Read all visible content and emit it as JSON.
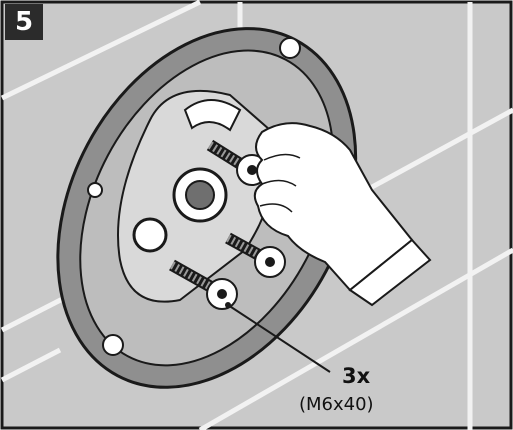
{
  "step": {
    "number": "5"
  },
  "callout": {
    "quantity": "3x",
    "spec": "(M6x40)"
  },
  "colors": {
    "wall": "#c9c9c9",
    "grout": "#f2f2f2",
    "plate": "#8f8f8f",
    "line": "#1a1a1a",
    "badge": "#2b2b2b"
  }
}
